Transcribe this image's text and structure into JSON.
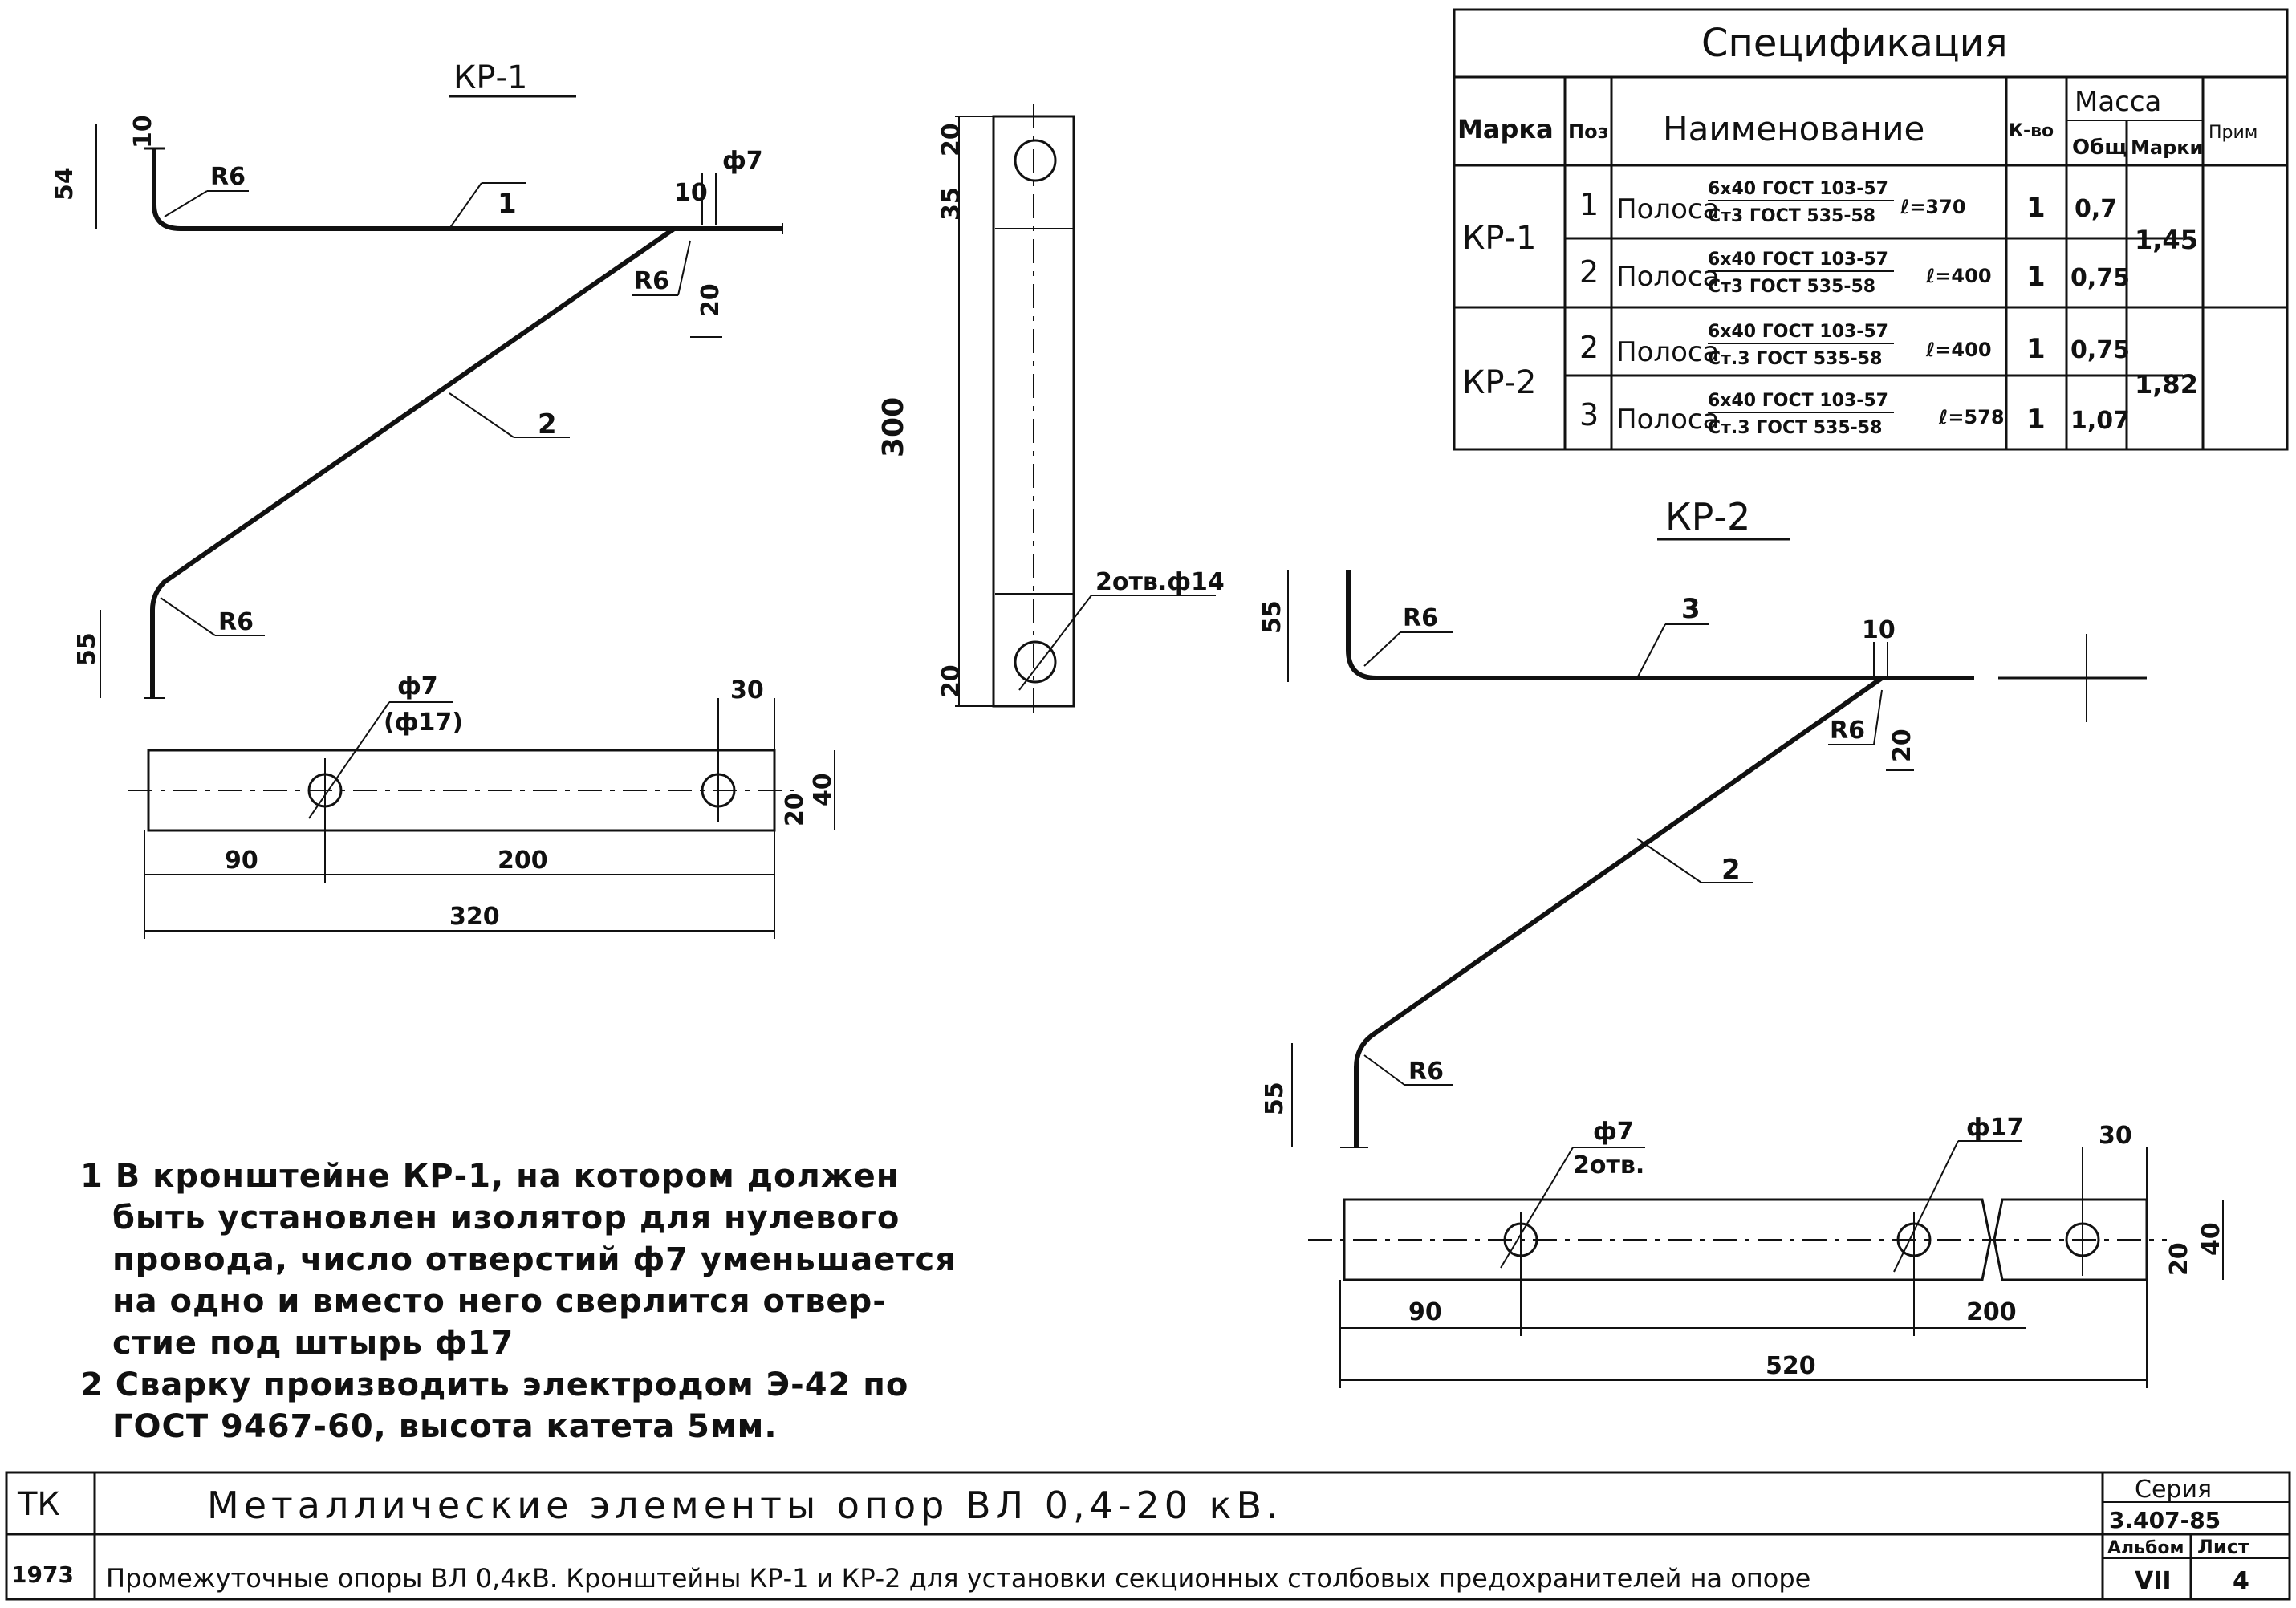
{
  "spec": {
    "title": "Спецификация",
    "headers": {
      "marka": "Марка",
      "poz": "Поз",
      "name": "Наименование",
      "qty": "К-во",
      "mass": "Масса",
      "total": "Общ",
      "mark": "Марки",
      "note": "Прим"
    },
    "rows": [
      {
        "marka": "КР-1",
        "poz": "1",
        "name": "Полоса",
        "frac_top": "6х40 ГОСТ 103-57",
        "frac_bot": "Ст3 ГОСТ 535-58",
        "len": "ℓ=370",
        "qty": "1",
        "total": "0,7",
        "mark_mass": "1,45"
      },
      {
        "marka": "",
        "poz": "2",
        "name": "Полоса",
        "frac_top": "6х40 ГОСТ 103-57",
        "frac_bot": "Ст3 ГОСТ 535-58",
        "len": "ℓ=400",
        "qty": "1",
        "total": "0,75",
        "mark_mass": ""
      },
      {
        "marka": "КР-2",
        "poz": "2",
        "name": "Полоса",
        "frac_top": "6х40 ГОСТ 103-57",
        "frac_bot": "Ст.3 ГОСТ 535-58",
        "len": "ℓ=400",
        "qty": "1",
        "total": "0,75",
        "mark_mass": "1,82"
      },
      {
        "marka": "",
        "poz": "3",
        "name": "Полоса",
        "frac_top": "6х40 ГОСТ 103-57",
        "frac_bot": "Ст.3 ГОСТ 535-58",
        "len": "ℓ=578",
        "qty": "1",
        "total": "1,07",
        "mark_mass": ""
      }
    ]
  },
  "views": {
    "kr1_title": "КР-1",
    "kr2_title": "КР-2",
    "pos1": "1",
    "pos2": "2",
    "pos3": "3",
    "pos2b": "2",
    "r6": "R6",
    "phi7": "ф7",
    "phi17_paren": "(ф17)",
    "phi17": "ф17",
    "two_holes": "2отв.",
    "two_holes_phi14": "2отв.ф14",
    "d10": "10",
    "d20": "20",
    "d55": "55",
    "d54": "54",
    "d35": "35",
    "d300": "300",
    "d30": "30",
    "d40": "40",
    "d90": "90",
    "d200": "200",
    "d320": "320",
    "d520": "520"
  },
  "notes": [
    "1 В кронштейне КР-1, на котором должен",
    "быть установлен изолятор для нулевого",
    "провода, число отверстий ф7 уменьшается",
    "на одно и вместо него сверлится отвер-",
    "стие под штырь ф17",
    "2 Сварку производить электродом Э-42 по",
    "ГОСТ 9467-60, высота катета 5мм."
  ],
  "stamp": {
    "tk": "ТК",
    "year": "1973",
    "title": "Металлические элементы опор ВЛ 0,4-20 кВ.",
    "subtitle": "Промежуточные опоры ВЛ 0,4кВ. Кронштейны КР-1 и КР-2 для установки секционных столбовых предохранителей на опоре",
    "series_label": "Серия",
    "series": "3.407-85",
    "album_label": "Альбом",
    "album": "VII",
    "sheet_label": "Лист",
    "sheet": "4"
  }
}
